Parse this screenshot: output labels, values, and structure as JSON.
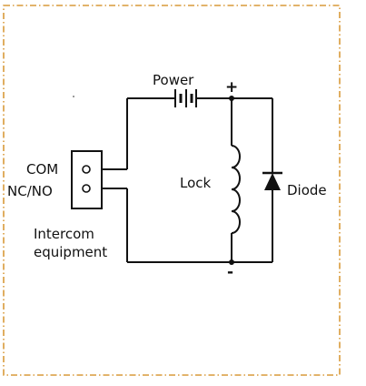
{
  "border_color": "#d99a3a",
  "wire_color": "#111111",
  "labels": {
    "power": "Power",
    "plus": "+",
    "minus": "-",
    "com": "COM",
    "nc_no": "NC/NO",
    "lock": "Lock",
    "diode": "Diode",
    "intercom_line1": "Intercom",
    "intercom_line2": "equipment"
  },
  "components": {
    "power_source": "battery-symbol",
    "lock": "coil-symbol",
    "diode": "diode-symbol",
    "terminal_block": "two-terminal-block"
  }
}
